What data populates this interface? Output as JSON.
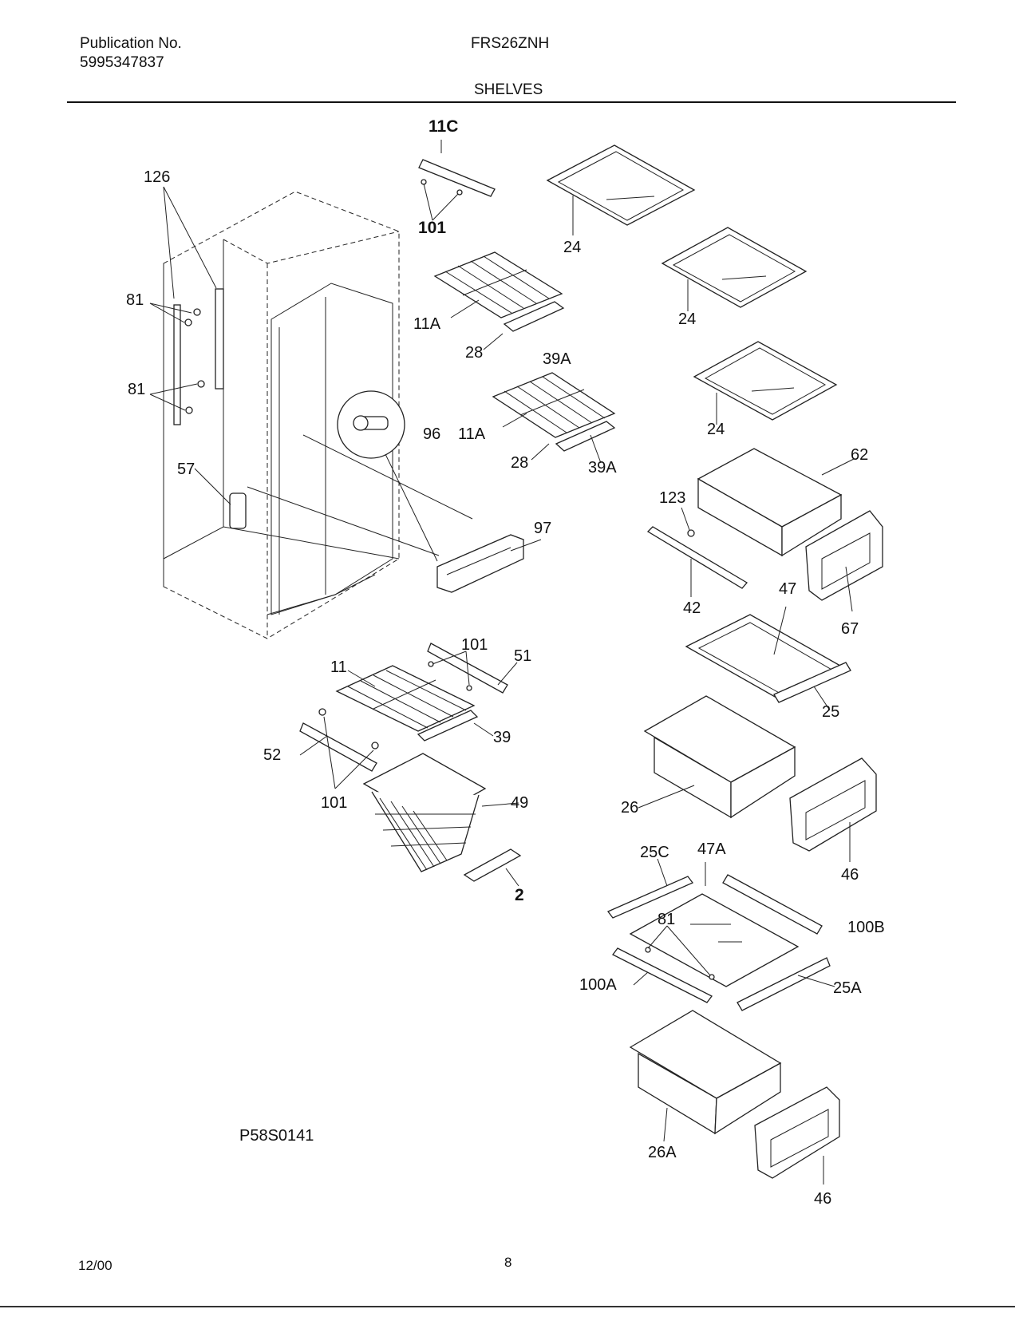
{
  "header": {
    "publication_label": "Publication No.",
    "publication_number": "5995347837",
    "model": "FRS26ZNH",
    "section_title": "SHELVES"
  },
  "diagram": {
    "drawing_id": "P58S0141",
    "part_labels": {
      "p11c": "11C",
      "p101_top": "101",
      "p126": "126",
      "p81_a": "81",
      "p81_b": "81",
      "p57": "57",
      "p11a_1": "11A",
      "p28_1": "28",
      "p39a_1": "39A",
      "p96": "96",
      "p11a_2": "11A",
      "p28_2": "28",
      "p39a_2": "39A",
      "p97": "97",
      "p24_1": "24",
      "p24_2": "24",
      "p24_3": "24",
      "p62": "62",
      "p123": "123",
      "p42": "42",
      "p67": "67",
      "p47": "47",
      "p25": "25",
      "p101_mid": "101",
      "p11": "11",
      "p51": "51",
      "p39": "39",
      "p52": "52",
      "p101_low": "101",
      "p49": "49",
      "p2": "2",
      "p26": "26",
      "p46_1": "46",
      "p25c": "25C",
      "p47a": "47A",
      "p81_c": "81",
      "p100b": "100B",
      "p100a": "100A",
      "p25a": "25A",
      "p26a": "26A",
      "p46_2": "46"
    }
  },
  "footer": {
    "date": "12/00",
    "page": "8"
  }
}
